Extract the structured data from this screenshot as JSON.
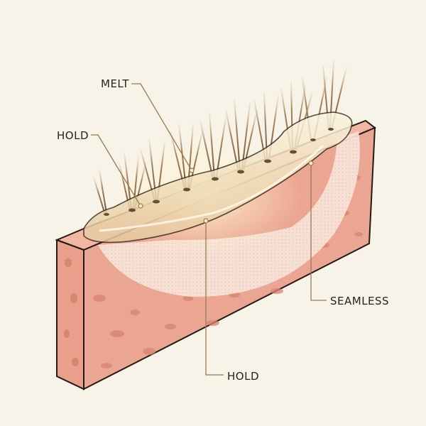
{
  "labels": {
    "melt": "MELT",
    "hold_top": "HOLD",
    "seamless": "SEAMLESS",
    "hold_bottom": "HOLD"
  },
  "colors": {
    "background": "#f7f3e8",
    "skin_top": "#f0b4a0",
    "skin_front": "#e79d89",
    "skin_side": "#d98a77",
    "pore": "#d98371",
    "leader": "#9a7a4e",
    "hair": "#8b6a47",
    "gel": "#f3e6c8",
    "outline": "#231a14"
  },
  "icons": {
    "hair_follicles": "hair-strand-icon",
    "adhesive_gel": "gel-layer",
    "mesh_base": "lace-mesh"
  }
}
